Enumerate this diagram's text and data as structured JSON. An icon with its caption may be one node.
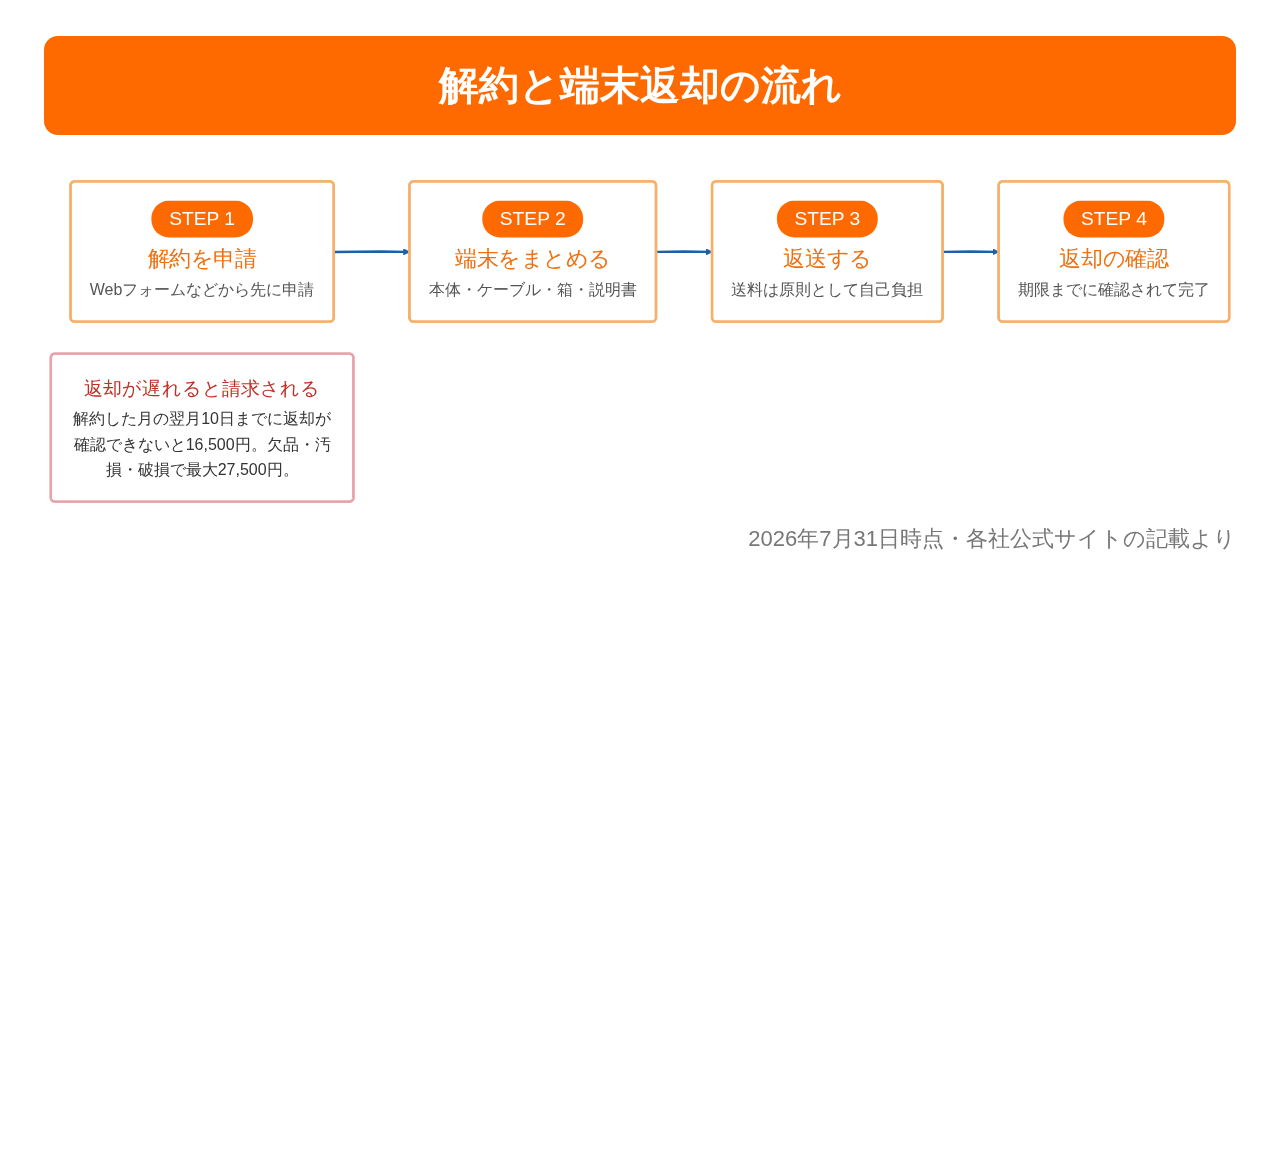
{
  "diagram": {
    "title": "解約と端末返却の流れ",
    "nodes": [
      {
        "text": [
          "STEP 1",
          "解約を申請",
          "Webフォームなどから先に申請"
        ]
      },
      {
        "text": [
          "STEP 2",
          "端末をまとめる",
          "本体・ケーブル・箱・説明書"
        ]
      },
      {
        "text": [
          "STEP 3",
          "返送する",
          "送料は原則として自己負担"
        ]
      },
      {
        "text": [
          "STEP 4",
          "返却の確認",
          "期限までに確認されて完了"
        ]
      },
      {
        "text": [
          "返却が遅れると請求される",
          "解約した月の翌月10日までに返却が確認できないと16,500円。欠品・汚損・破損で最大27,500円。"
        ]
      }
    ],
    "edges": [
      {
        "from": 0,
        "to": 1,
        "arrow": "to"
      },
      {
        "from": 1,
        "to": 2,
        "arrow": "to"
      },
      {
        "from": 2,
        "to": 3,
        "arrow": "to"
      }
    ],
    "caption": "2026年7月31日時点・各社公式サイトの記載より"
  }
}
